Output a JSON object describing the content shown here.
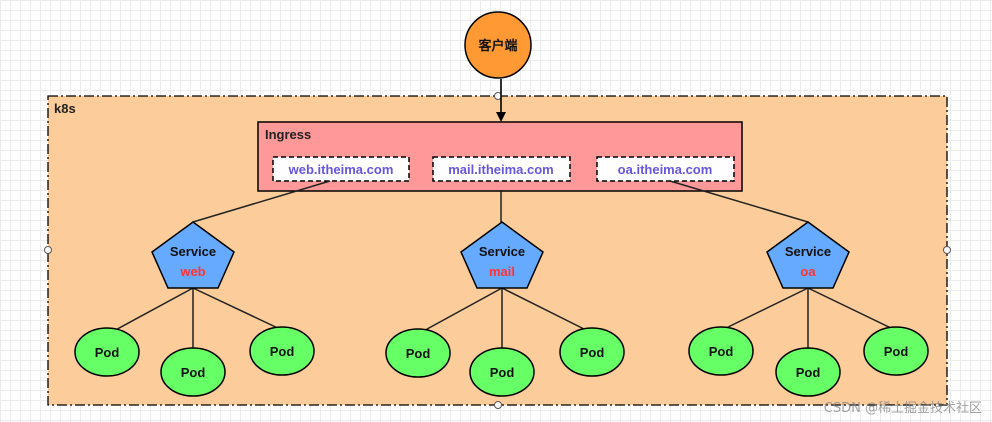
{
  "client": {
    "label": "客户端"
  },
  "cluster": {
    "label": "k8s"
  },
  "ingress": {
    "label": "Ingress",
    "hosts": [
      "web.itheima.com",
      "mail.itheima.com",
      "oa.itheima.com"
    ]
  },
  "services": [
    {
      "title": "Service",
      "name": "web",
      "pods": [
        "Pod",
        "Pod",
        "Pod"
      ]
    },
    {
      "title": "Service",
      "name": "mail",
      "pods": [
        "Pod",
        "Pod",
        "Pod"
      ]
    },
    {
      "title": "Service",
      "name": "oa",
      "pods": [
        "Pod",
        "Pod",
        "Pod"
      ]
    }
  ],
  "watermark": "CSDN @稀土掘金技术社区",
  "colors": {
    "client": "#ff9933",
    "cluster_fill": "#fccc9a",
    "ingress_fill": "#ff9999",
    "host_text": "#6655dd",
    "service_fill": "#66aaff",
    "service_name": "#ff3333",
    "pod_fill": "#66ff66"
  }
}
